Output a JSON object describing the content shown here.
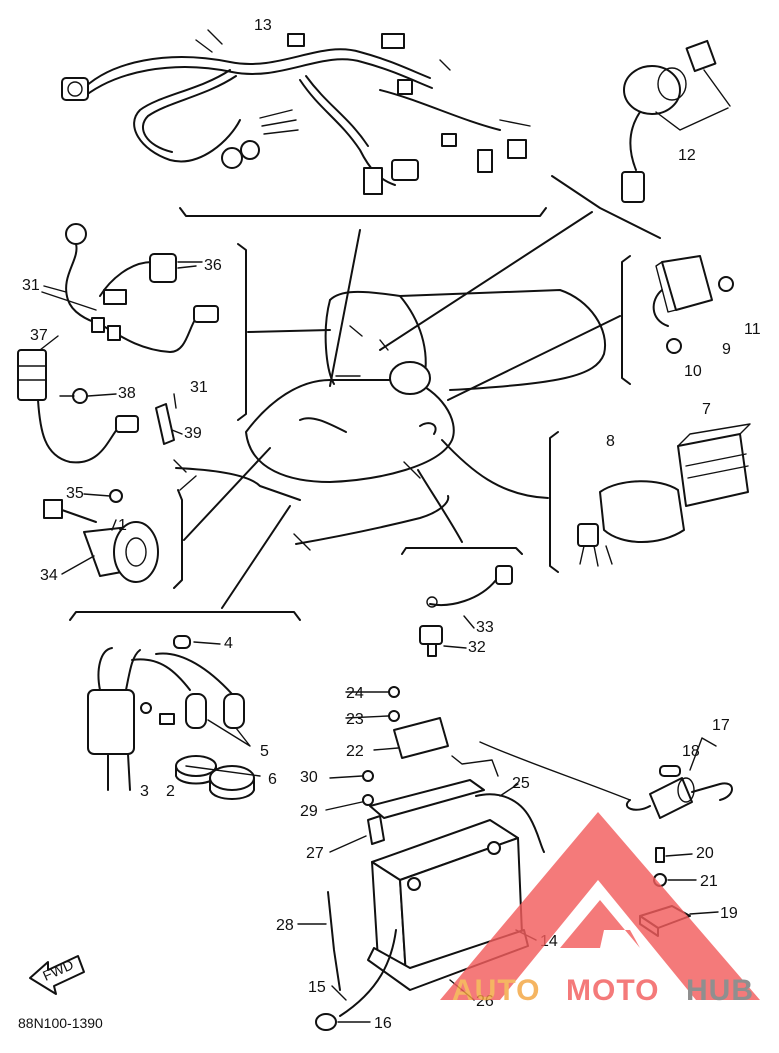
{
  "diagram": {
    "part_numbers": [
      "1",
      "2",
      "3",
      "4",
      "5",
      "6",
      "7",
      "8",
      "9",
      "10",
      "11",
      "12",
      "13",
      "14",
      "15",
      "16",
      "17",
      "18",
      "19",
      "20",
      "21",
      "22",
      "23",
      "24",
      "25",
      "26",
      "27",
      "28",
      "29",
      "30",
      "31",
      "31",
      "32",
      "33",
      "34",
      "35",
      "36",
      "37",
      "38",
      "39"
    ],
    "diagram_code": "88N100-1390",
    "fwd_label": "FWD"
  },
  "watermark": {
    "text_part1": "AUTO",
    "text_part2": "MOTO",
    "text_part3": "HUB",
    "colors": {
      "part1": "#f4a640",
      "part2": "#f25d5d",
      "part3": "#777777",
      "triangle": "#f25d5d"
    }
  }
}
